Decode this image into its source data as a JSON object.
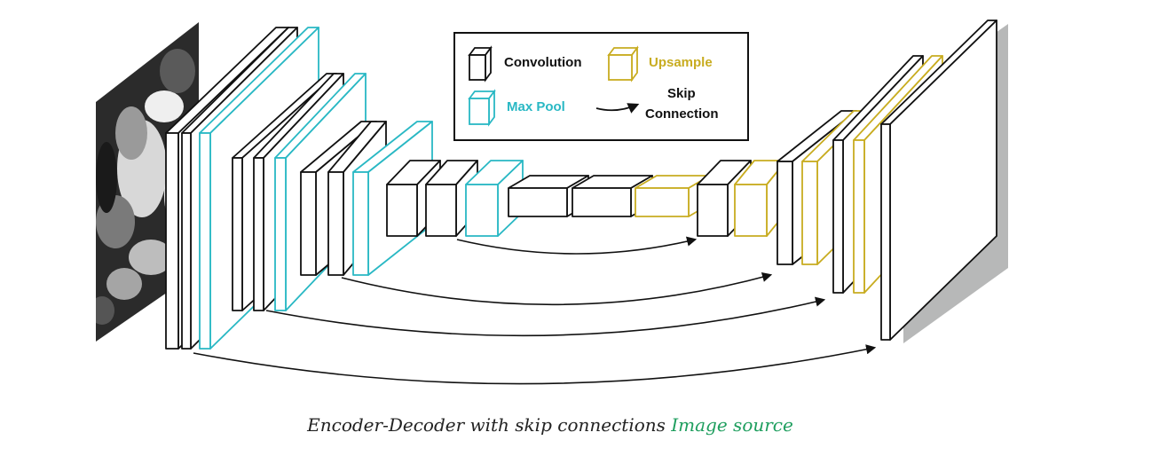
{
  "legend": {
    "convolution": "Convolution",
    "upsample": "Upsample",
    "max_pool": "Max Pool",
    "skip_line1": "Skip",
    "skip_line2": "Connection"
  },
  "caption": {
    "text": "Encoder-Decoder with skip connections",
    "link": "Image source"
  },
  "colors": {
    "convolution": "#111111",
    "max_pool": "#29b8c4",
    "upsample": "#c8ac20",
    "segment_red": "#d02a10",
    "segment_blue": "#1e5fc9",
    "segment_green": "#138a3a",
    "output_bg": "#b7b8b8"
  },
  "icons": [
    "input-mri-image",
    "output-segmentation-map",
    "skip-arrow"
  ]
}
